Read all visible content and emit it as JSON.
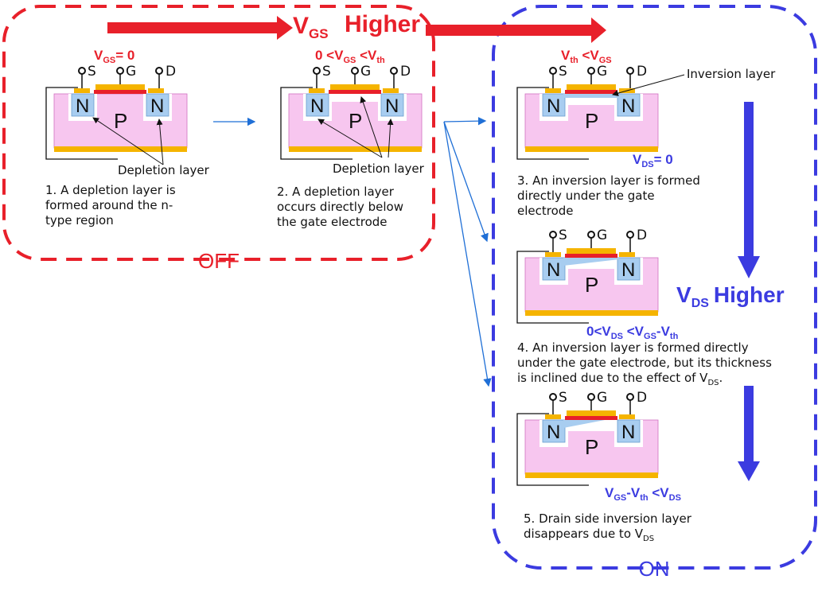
{
  "header": {
    "vgs_sub": "GS",
    "higher": "Higher",
    "v": "V"
  },
  "groups": {
    "off_label": "OFF",
    "on_label": "ON"
  },
  "vds_arrow": {
    "v": "V",
    "sub": "DS",
    "higher": "Higher"
  },
  "terminals": {
    "s": "S",
    "g": "G",
    "d": "D"
  },
  "regions": {
    "n": "N",
    "p": "P"
  },
  "labels": {
    "depletion_layer": "Depletion layer",
    "inversion_layer": "Inversion layer"
  },
  "stages": [
    {
      "condition": {
        "a": "V",
        "a_sub": "GS",
        "b": "= 0"
      },
      "caption": [
        "1.  A depletion layer is",
        "formed around the n-",
        "type region"
      ]
    },
    {
      "condition": {
        "a": "0 <V",
        "a_sub": "GS",
        "b": " <V",
        "b_sub": "th"
      },
      "caption": [
        "2.  A depletion layer",
        "occurs directly below",
        "the gate electrode"
      ]
    },
    {
      "condition_top": {
        "a": "V",
        "a_sub": "th",
        "b": " <V",
        "b_sub": "GS"
      },
      "condition": {
        "a": "V",
        "a_sub": "DS",
        "b": "= 0"
      },
      "caption": [
        "3. An inversion layer is formed",
        "directly under the gate",
        "electrode"
      ]
    },
    {
      "condition": {
        "a": "0<V",
        "a_sub": "DS",
        "b": " <V",
        "b_sub": "GS",
        "c": "-V",
        "c_sub": "th"
      },
      "caption": [
        "4. An inversion layer is formed directly",
        "under the gate electrode, but its thickness",
        "is inclined due to the effect of V"
      ],
      "caption_sub": "DS",
      "caption_end": "."
    },
    {
      "condition": {
        "a": "V",
        "a_sub": "GS",
        "b": "-V",
        "b_sub": "th",
        "c": " <V",
        "c_sub": "DS"
      },
      "caption": [
        "5.  Drain side inversion layer",
        "disappears due to V"
      ],
      "caption_sub": "DS"
    }
  ],
  "colors": {
    "red": "#e8202a",
    "blue": "#3b3be0",
    "p_region": "#f7c6ef",
    "n_region": "#a8cdf0",
    "metal": "#f5b400",
    "arrow_blue": "#1f6fd6"
  }
}
